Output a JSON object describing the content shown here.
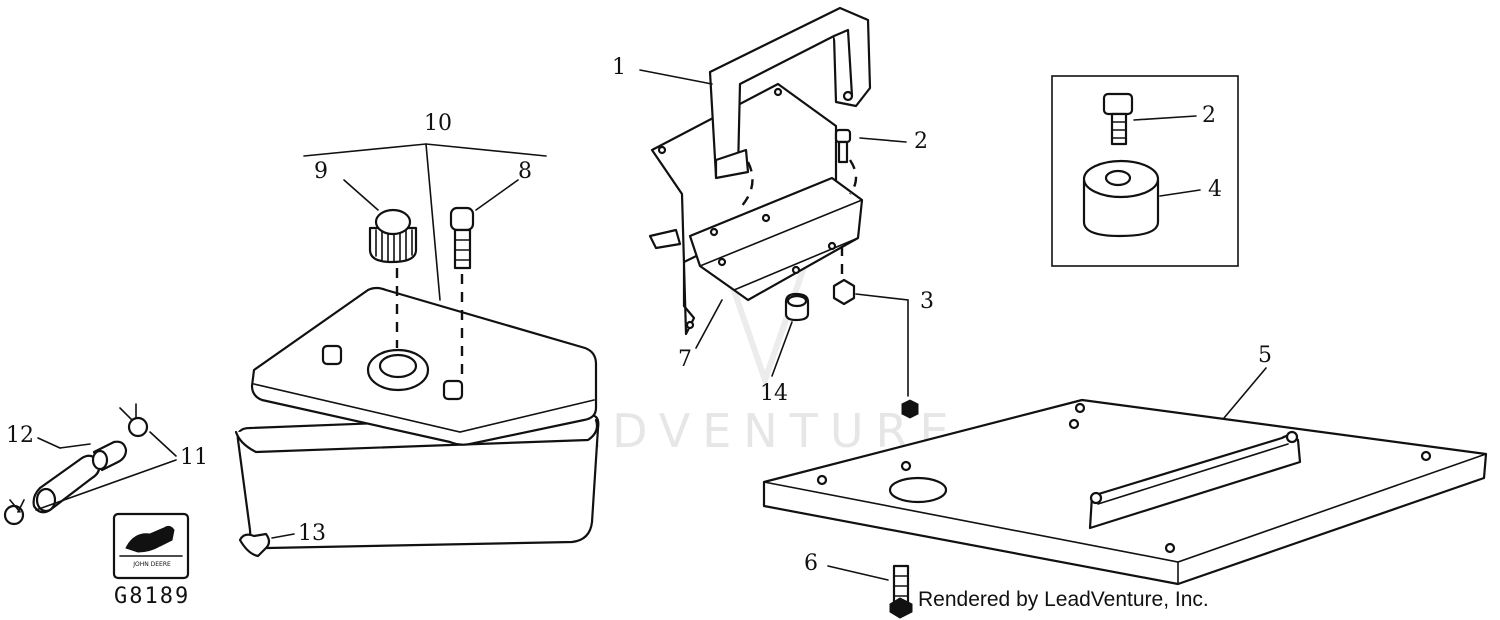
{
  "callouts": [
    {
      "id": "1",
      "label": "1"
    },
    {
      "id": "2a",
      "label": "2"
    },
    {
      "id": "2b",
      "label": "2"
    },
    {
      "id": "3",
      "label": "3"
    },
    {
      "id": "4",
      "label": "4"
    },
    {
      "id": "5",
      "label": "5"
    },
    {
      "id": "6",
      "label": "6"
    },
    {
      "id": "7",
      "label": "7"
    },
    {
      "id": "8",
      "label": "8"
    },
    {
      "id": "9",
      "label": "9"
    },
    {
      "id": "10",
      "label": "10"
    },
    {
      "id": "11",
      "label": "11"
    },
    {
      "id": "12",
      "label": "12"
    },
    {
      "id": "13",
      "label": "13"
    },
    {
      "id": "14",
      "label": "14"
    }
  ],
  "figure_id": "G8189",
  "logo_text": "JOHN DEERE",
  "watermark": "LEADVENTURE",
  "credit": "Rendered by LeadVenture, Inc."
}
